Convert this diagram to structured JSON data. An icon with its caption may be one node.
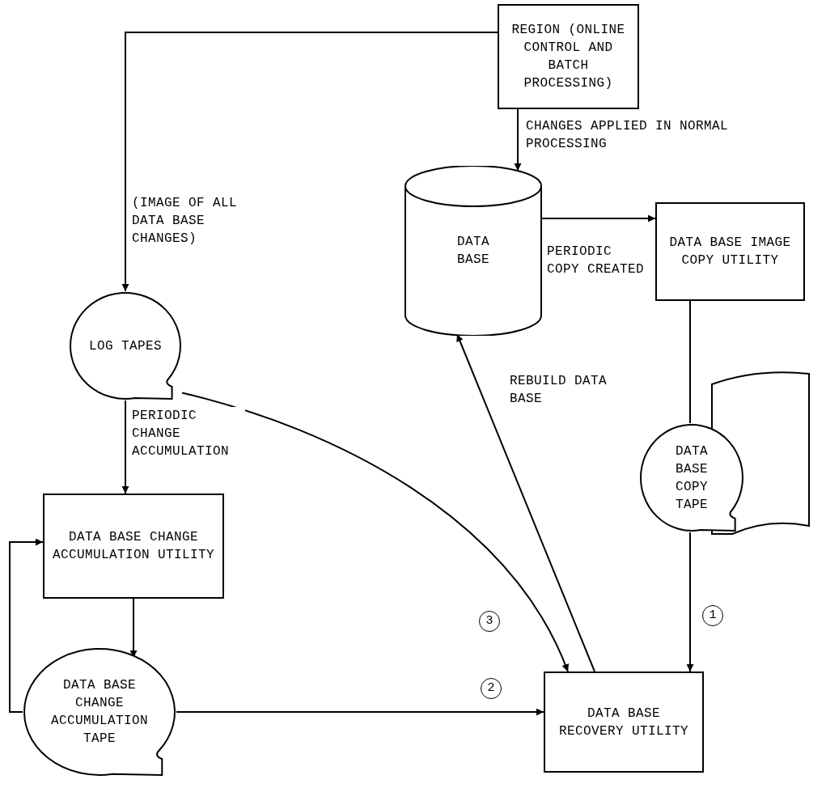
{
  "diagram": {
    "nodes": [
      {
        "text": [
          "REGION (ONLINE CONTROL AND BATCH PROCESSING)"
        ]
      },
      {
        "text": [
          "DATA BASE"
        ]
      },
      {
        "text": [
          "DATA BASE IMAGE COPY UTILITY"
        ]
      },
      {
        "text": [
          "LOG TAPES"
        ]
      },
      {
        "text": [
          "DATA BASE CHANGE ACCUMULATION UTILITY"
        ]
      },
      {
        "text": [
          "DATA BASE CHANGE ACCUMULATION TAPE"
        ]
      },
      {
        "text": [
          "DATA BASE COPY TAPE"
        ]
      },
      {
        "text": [
          "DATA BASE RECOVERY UTILITY"
        ]
      }
    ],
    "edges": [
      {
        "from": 0,
        "to": 1,
        "arrow": "to",
        "label": "CHANGES APPLIED IN NORMAL PROCESSING"
      },
      {
        "from": 0,
        "to": 3,
        "arrow": "to",
        "label": "(IMAGE OF ALL DATA BASE CHANGES)"
      },
      {
        "from": 1,
        "to": 2,
        "arrow": "to",
        "label": "PERIODIC COPY CREATED"
      },
      {
        "from": 2,
        "to": 6,
        "arrow": "none"
      },
      {
        "from": 3,
        "to": 4,
        "arrow": "to",
        "label": "PERIODIC CHANGE ACCUMULATION"
      },
      {
        "from": 3,
        "to": 7,
        "arrow": "to",
        "label": "3"
      },
      {
        "from": 4,
        "to": 5,
        "arrow": "to"
      },
      {
        "from": 5,
        "to": 4,
        "arrow": "to"
      },
      {
        "from": 6,
        "to": 7,
        "arrow": "to",
        "label": "1"
      },
      {
        "from": 5,
        "to": 7,
        "arrow": "to",
        "label": "2"
      },
      {
        "from": 7,
        "to": 1,
        "arrow": "to",
        "label": "REBUILD DATA BASE"
      }
    ]
  }
}
